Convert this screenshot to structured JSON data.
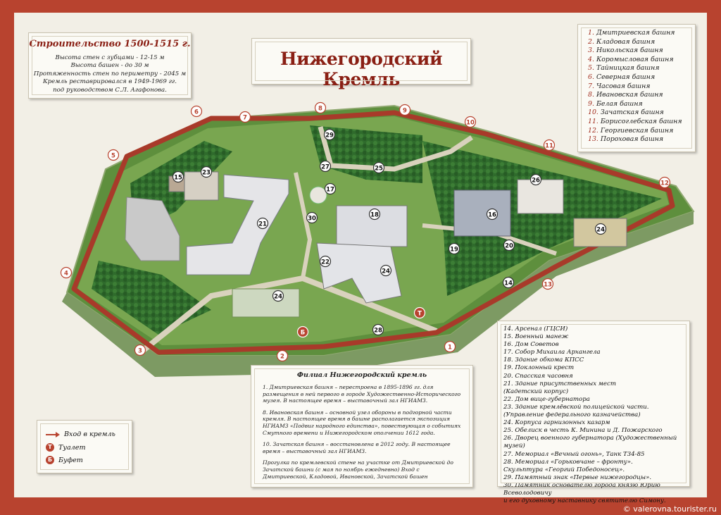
{
  "title": "Нижегородский Кремль",
  "info": {
    "heading": "Строительство 1500-1515 г.",
    "lines": [
      "Высота стен с зубцами - 12-15 м",
      "Высота башен - до 30 м",
      "Протяженность стен по периметру - 2045 м",
      "Кремль реставрировался в 1949-1969 гг.",
      "под руководством С.Л. Агафонова."
    ]
  },
  "towers": [
    {
      "num": "1.",
      "name": "Дмитриевская башня"
    },
    {
      "num": "2.",
      "name": "Кладовая башня"
    },
    {
      "num": "3.",
      "name": "Никольская башня"
    },
    {
      "num": "4.",
      "name": "Коромысловая башня"
    },
    {
      "num": "5.",
      "name": "Тайницкая башня"
    },
    {
      "num": "6.",
      "name": "Северная башня"
    },
    {
      "num": "7.",
      "name": "Часовая башня"
    },
    {
      "num": "8.",
      "name": "Ивановская башня"
    },
    {
      "num": "9.",
      "name": "Белая башня"
    },
    {
      "num": "10.",
      "name": "Зачатская башня"
    },
    {
      "num": "11.",
      "name": "Борисоглебская башня"
    },
    {
      "num": "12.",
      "name": "Георгиевская башня"
    },
    {
      "num": "13.",
      "name": "Пороховая башня"
    }
  ],
  "objects": [
    "14. Арсенал (ГЦСИ)",
    "15. Военный манеж",
    "16. Дом Советов",
    "17. Собор Михаила Архангела",
    "18. Здание обкома КПСС",
    "19. Поклонный крест",
    "20. Спасская часовня",
    "21. Здание присутственных мест",
    "(Кадетский корпус)",
    "22. Дом вице-губернатора",
    "23. Здание кремлёвской полицейской части.",
    "(Управление федерального казначейства)",
    "24. Корпуса гарнизонных казарм",
    "25. Обелиск в честь К. Минина и Д. Пожарского",
    "26. Дворец военного губернатора (Художественный музей)",
    "27. Мемориал «Вечный огонь», Танк Т34-85",
    "28. Мемориал «Горьковчане – фронту».",
    "Скульптура «Георгий Победоносец».",
    "29. Памятный знак «Первые нижегородцы».",
    "30. Памятник основателю города князю Юрию Всеволодовичу",
    "и его духовному наставнику святителю Симону."
  ],
  "branch": {
    "heading": "Филиал Нижегородский кремль",
    "paragraphs": [
      "1. Дмитриевская башня – перестроена в 1895-1896 гг. для размещения в ней первого в городе Художественно-Исторического музея. В настоящее время – выставочный зал НГИАМЗ.",
      "8. Ивановская башня – основной узел обороны в подгорной части кремля. В настоящее время в башне располагается экспозиция НГИАМЗ «Подвиг народного единства», повествующая о событиях Смутного времени и Нижегородском ополчении 1612 года.",
      "10. Зачатская башня – восстановлена в 2012 году. В настоящее время – выставочный зал НГИАМЗ.",
      "Прогулка по кремлевской стене на участке от Дмитриевской до Зачатской башни (с мая по ноябрь ежедневно) Вход с Дмитриевской, Кладовой, Ивановской, Зачатской башен"
    ]
  },
  "legend": {
    "entrance": "Вход в кремль",
    "toilet_symbol": "Т",
    "toilet": "Туалет",
    "buffet_symbol": "Б",
    "buffet": "Буфет"
  },
  "tower_markers": [
    "1",
    "2",
    "3",
    "4",
    "5",
    "6",
    "7",
    "8",
    "9",
    "10",
    "11",
    "12",
    "13"
  ],
  "object_markers": [
    "14",
    "15",
    "16",
    "17",
    "18",
    "19",
    "20",
    "21",
    "22",
    "23",
    "24",
    "24",
    "24",
    "25",
    "26",
    "27",
    "28",
    "29",
    "30"
  ],
  "watermark": "© valerovna.tourister.ru",
  "colors": {
    "frame": "#b8432f",
    "title": "#8a1f14",
    "wall": "#a83a2a",
    "grass": "#6fa04a",
    "forest": "#2f6b2c",
    "path": "#d9d2bd"
  }
}
